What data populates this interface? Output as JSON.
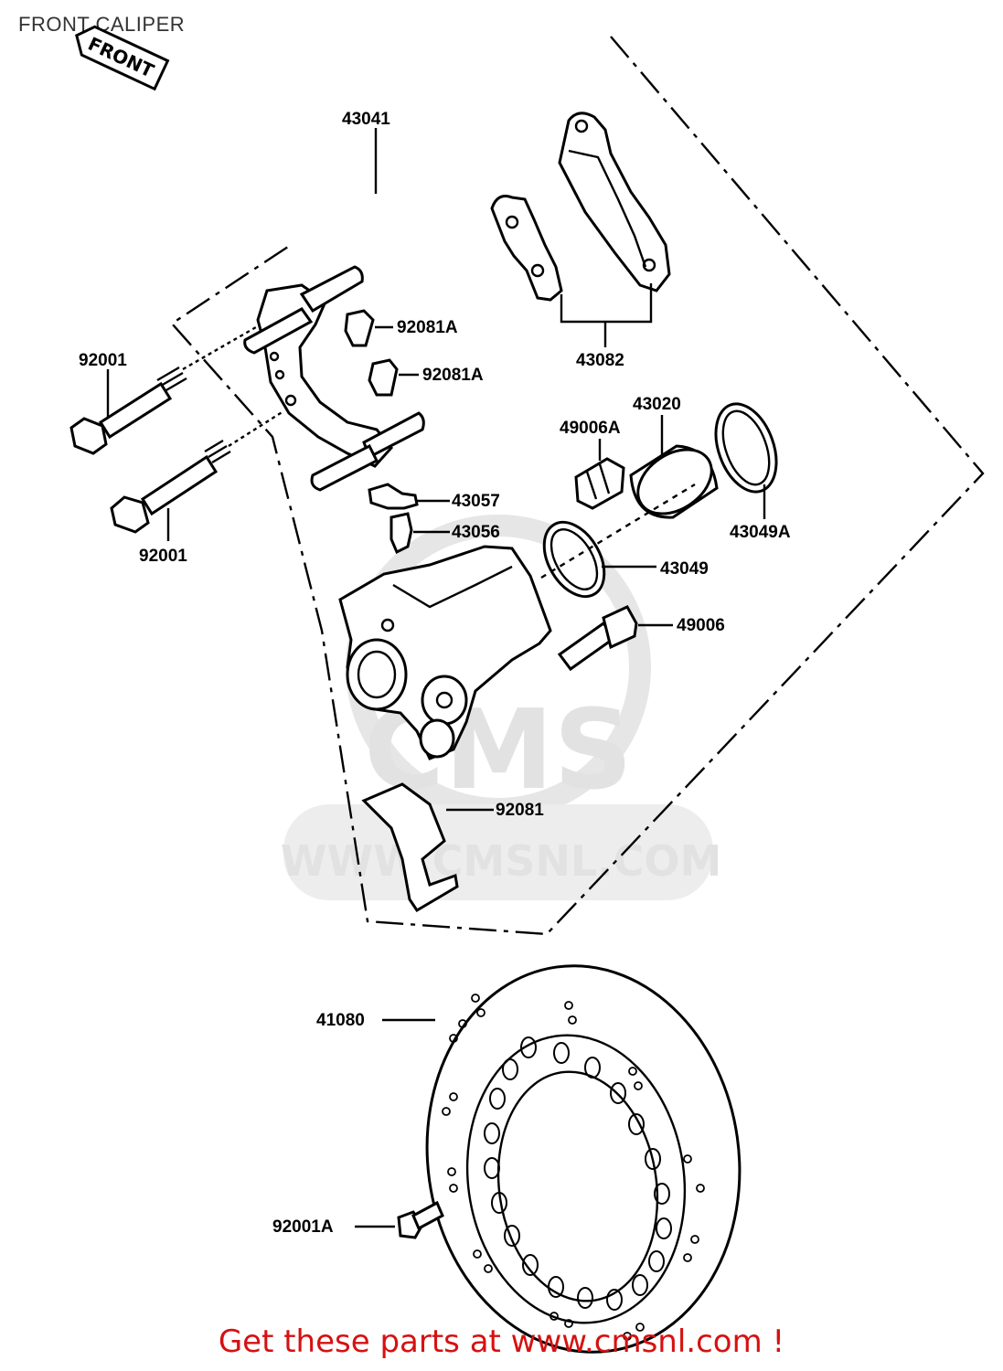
{
  "page": {
    "title": "FRONT CALIPER"
  },
  "orientation": {
    "front_label": "FRONT"
  },
  "parts": [
    {
      "id": "43041"
    },
    {
      "id": "43082"
    },
    {
      "id": "92081A"
    },
    {
      "id": "92081A"
    },
    {
      "id": "92001"
    },
    {
      "id": "92001"
    },
    {
      "id": "43020"
    },
    {
      "id": "49006A"
    },
    {
      "id": "43057"
    },
    {
      "id": "43056"
    },
    {
      "id": "43049A"
    },
    {
      "id": "43049"
    },
    {
      "id": "49006"
    },
    {
      "id": "92081"
    },
    {
      "id": "41080"
    },
    {
      "id": "92001A"
    }
  ],
  "watermark": {
    "brand": "CMS",
    "url": "WWW.CMSNL.COM"
  },
  "footer": {
    "text": "Get these parts at www.cmsnl.com !"
  },
  "colors": {
    "footer": "#d61111",
    "watermark": "#e2e2e2",
    "line": "#000000"
  }
}
